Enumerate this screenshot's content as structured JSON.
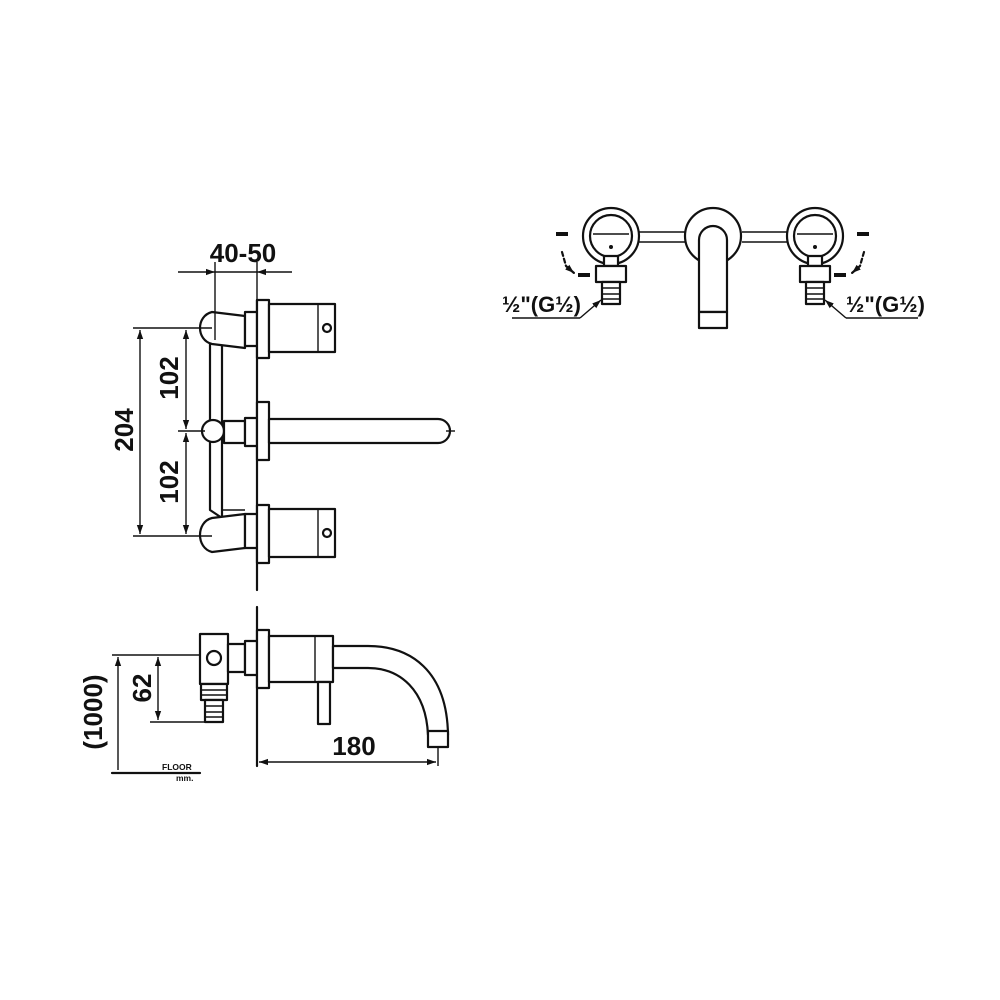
{
  "dimensions": {
    "width_range": "40-50",
    "total_spacing": "204",
    "upper_spacing": "102",
    "lower_spacing": "102",
    "inlet_height": "62",
    "floor_height": "(1000)",
    "spout_reach": "180"
  },
  "labels": {
    "thread_left": "½\"(G½)",
    "thread_right": "½\"(G½)",
    "floor": "FLOOR",
    "unit": "mm."
  }
}
